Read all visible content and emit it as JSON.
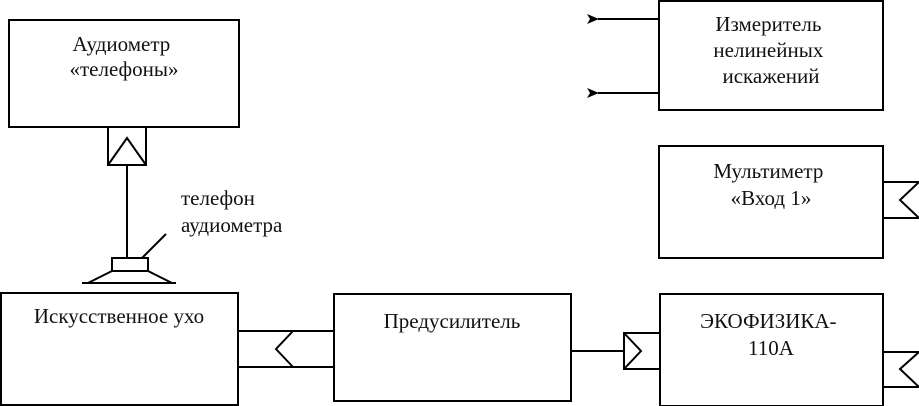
{
  "diagram": {
    "blocks": [
      {
        "id": "audiometer",
        "lines": [
          "Аудиометр",
          "«телефоны»"
        ]
      },
      {
        "id": "distortion-meter",
        "lines": [
          "Измеритель",
          "нелинейных",
          "искажений"
        ]
      },
      {
        "id": "multimeter",
        "lines": [
          "Мультиметр",
          "«Вход 1»"
        ]
      },
      {
        "id": "artificial-ear",
        "lines": [
          "Искусственное ухо"
        ]
      },
      {
        "id": "preamplifier",
        "lines": [
          "Предусилитель"
        ]
      },
      {
        "id": "ecophysics",
        "lines": [
          "ЭКОФИЗИКА-",
          "110А"
        ]
      }
    ],
    "annotations": [
      {
        "id": "audiometer-phone",
        "lines": [
          "телефон",
          "аудиометра"
        ]
      }
    ]
  }
}
